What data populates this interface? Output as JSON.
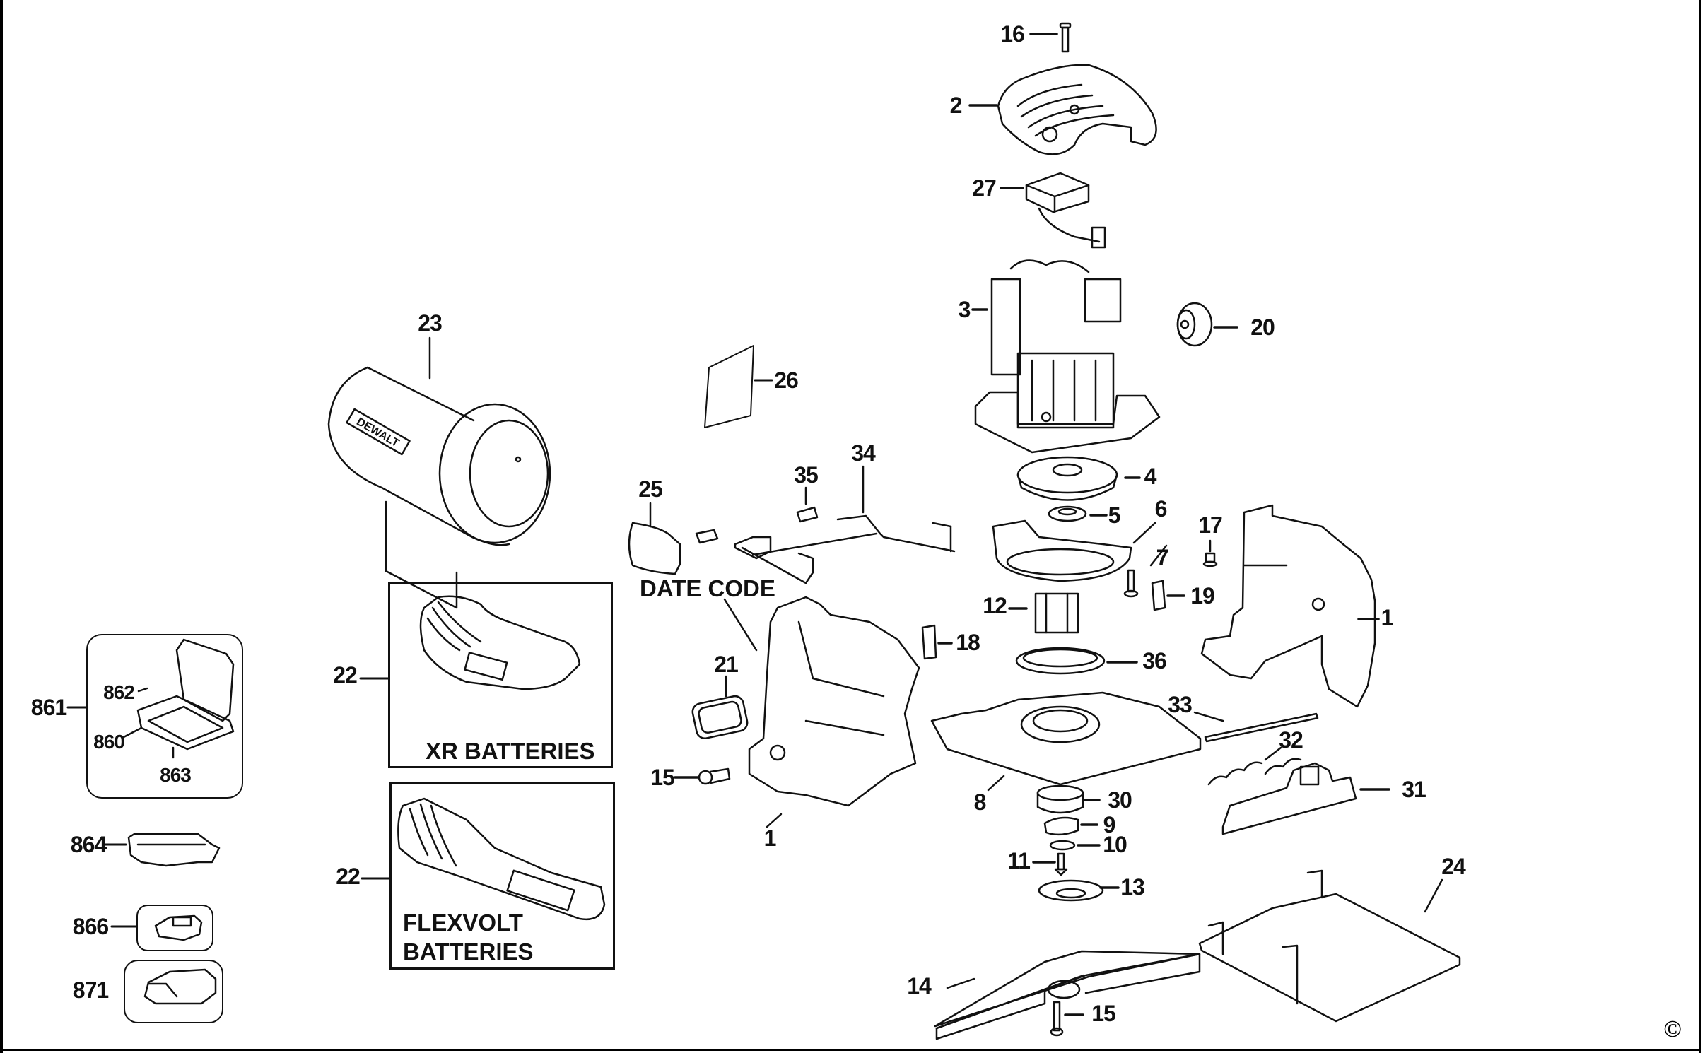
{
  "diagram": {
    "type": "exploded-parts-diagram",
    "subject": "Cordless orbital sander",
    "brand_marks": [
      "DEWALT"
    ],
    "copyright_symbol": "©",
    "captions": {
      "date_code": "DATE CODE",
      "xr_batteries": "XR BATTERIES",
      "flexvolt_line1": "FLEXVOLT",
      "flexvolt_line2": "BATTERIES"
    },
    "part_labels": [
      {
        "id": "16",
        "text": "16",
        "part": "top-cover-screw"
      },
      {
        "id": "2",
        "text": "2",
        "part": "top-cover"
      },
      {
        "id": "27",
        "text": "27",
        "part": "electronic-module"
      },
      {
        "id": "3",
        "text": "3",
        "part": "motor-assembly"
      },
      {
        "id": "20",
        "text": "20",
        "part": "speed-dial-knob"
      },
      {
        "id": "23",
        "text": "23",
        "part": "dust-canister"
      },
      {
        "id": "26",
        "text": "26",
        "part": "label-plate"
      },
      {
        "id": "25",
        "text": "25",
        "part": "nameplate"
      },
      {
        "id": "35",
        "text": "35",
        "part": "clip"
      },
      {
        "id": "34",
        "text": "34",
        "part": "wire-clamp"
      },
      {
        "id": "4",
        "text": "4",
        "part": "fan"
      },
      {
        "id": "5",
        "text": "5",
        "part": "bearing"
      },
      {
        "id": "6",
        "text": "6",
        "part": "fan-baffle"
      },
      {
        "id": "17",
        "text": "17",
        "part": "spring-screw"
      },
      {
        "id": "7",
        "text": "7",
        "part": "screw"
      },
      {
        "id": "19",
        "text": "19",
        "part": "terminal-clip"
      },
      {
        "id": "12",
        "text": "12",
        "part": "sleeve"
      },
      {
        "id": "1a",
        "text": "1",
        "part": "housing-right"
      },
      {
        "id": "18",
        "text": "18",
        "part": "terminal-clip"
      },
      {
        "id": "21",
        "text": "21",
        "part": "gasket"
      },
      {
        "id": "36",
        "text": "36",
        "part": "seal-ring"
      },
      {
        "id": "22a",
        "text": "22",
        "part": "dust-adapter-xr"
      },
      {
        "id": "861",
        "text": "861",
        "part": "kit-box"
      },
      {
        "id": "862",
        "text": "862",
        "part": "kit-box-latch"
      },
      {
        "id": "860",
        "text": "860",
        "part": "kit-box-hinge"
      },
      {
        "id": "863",
        "text": "863",
        "part": "kit-box-pin"
      },
      {
        "id": "33",
        "text": "33",
        "part": "rod"
      },
      {
        "id": "32",
        "text": "32",
        "part": "spring"
      },
      {
        "id": "15a",
        "text": "15",
        "part": "housing-screw"
      },
      {
        "id": "31",
        "text": "31",
        "part": "clamp-lever"
      },
      {
        "id": "8",
        "text": "8",
        "part": "base-plate"
      },
      {
        "id": "30",
        "text": "30",
        "part": "bearing"
      },
      {
        "id": "9",
        "text": "9",
        "part": "counterweight"
      },
      {
        "id": "1b",
        "text": "1",
        "part": "housing-left"
      },
      {
        "id": "10",
        "text": "10",
        "part": "washer"
      },
      {
        "id": "864",
        "text": "864",
        "part": "kit-box-insert"
      },
      {
        "id": "11",
        "text": "11",
        "part": "screw"
      },
      {
        "id": "24",
        "text": "24",
        "part": "punch-plate"
      },
      {
        "id": "22b",
        "text": "22",
        "part": "dust-adapter-flexvolt"
      },
      {
        "id": "13",
        "text": "13",
        "part": "brake-ring"
      },
      {
        "id": "866",
        "text": "866",
        "part": "battery"
      },
      {
        "id": "14",
        "text": "14",
        "part": "sanding-pad"
      },
      {
        "id": "871",
        "text": "871",
        "part": "charger"
      },
      {
        "id": "15b",
        "text": "15",
        "part": "pad-screw"
      }
    ]
  }
}
